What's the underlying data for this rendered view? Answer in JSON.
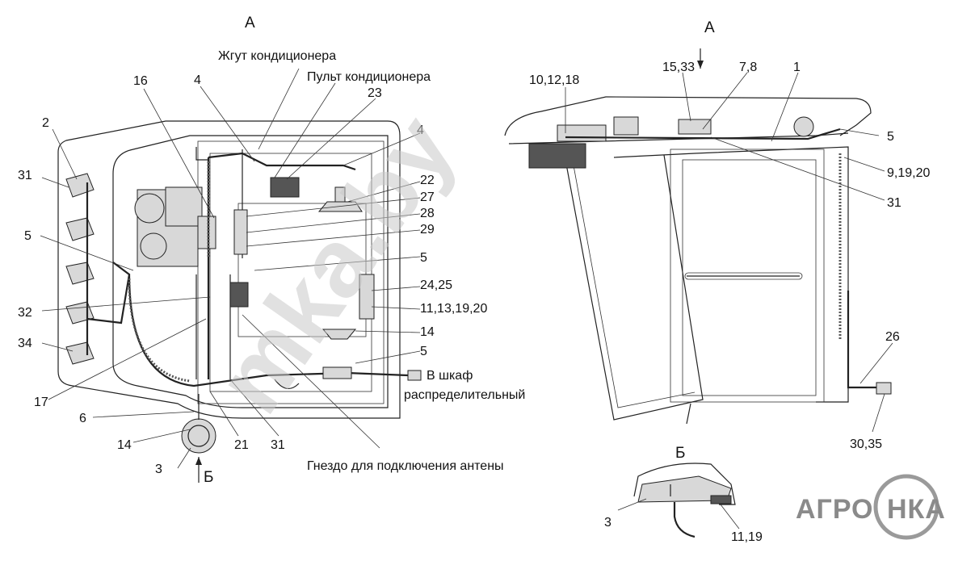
{
  "views": {
    "main_view_letter": "А",
    "arrow_view_letter": "А",
    "detail_view_letter": "Б",
    "arrow_detail_letter": "Б"
  },
  "labels": {
    "harness": "Жгут кондиционера",
    "panel": "Пульт кондиционера",
    "cabinet_line1": "В шкаф",
    "cabinet_line2": "распределительный",
    "antenna": "Гнездо для подключения антены"
  },
  "callouts_left": {
    "c2": "2",
    "c31a": "31",
    "c5a": "5",
    "c32": "32",
    "c34": "34",
    "c17": "17",
    "c6": "6",
    "c14a": "14",
    "c3a": "3",
    "c21": "21",
    "c31b": "31",
    "c16": "16",
    "c4a": "4",
    "c23": "23",
    "c4b": "4",
    "c22": "22",
    "c27": "27",
    "c28": "28",
    "c29": "29",
    "c5b": "5",
    "c2425": "24,25",
    "c11131920": "11,13,19,20",
    "c14b": "14",
    "c5c": "5"
  },
  "callouts_right": {
    "c101218": "10,12,18",
    "c1533": "15,33",
    "c78": "7,8",
    "c1": "1",
    "c5": "5",
    "c91920": "9,19,20",
    "c31": "31",
    "c26": "26",
    "c3035": "30,35"
  },
  "callouts_detail": {
    "c3": "3",
    "c1119": "11,19"
  },
  "watermark": "mka.by",
  "logo": "АГРО",
  "logo_tail": "НКА",
  "colors": {
    "line": "#222222",
    "fill_part": "#d8d8d8",
    "watermark": "#c9c9c9",
    "logo": "#8a8a8a"
  }
}
